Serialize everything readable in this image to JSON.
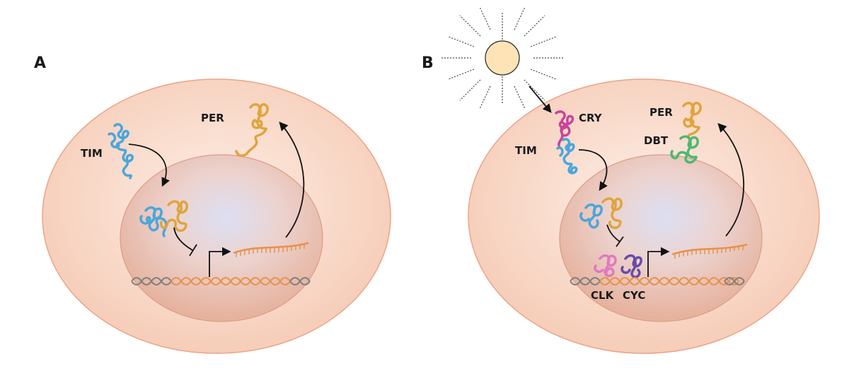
{
  "panels": [
    {
      "letter": "A",
      "labels": {
        "tim": "TIM",
        "per": "PER"
      }
    },
    {
      "letter": "B",
      "labels": {
        "cry": "CRY",
        "tim": "TIM",
        "per": "PER",
        "dbt": "DBT",
        "clk": "CLK",
        "cyc": "CYC"
      }
    }
  ],
  "colors": {
    "cell_outer": "#f6cdb8",
    "cell_border": "#e9a489",
    "nucleus": "#eab9a4",
    "nucleus_center": "#dedff2",
    "tim": "#4aa6dc",
    "per": "#e0a43c",
    "cry": "#c8449b",
    "dbt": "#4db86f",
    "clk": "#e07ac0",
    "cyc": "#6a4aa8",
    "dna_gene": "#e8914a",
    "dna_flank": "#7f7f7f",
    "mrna": "#e8914a",
    "sun_fill": "#fde3b6",
    "sun_rays": "#444444"
  }
}
